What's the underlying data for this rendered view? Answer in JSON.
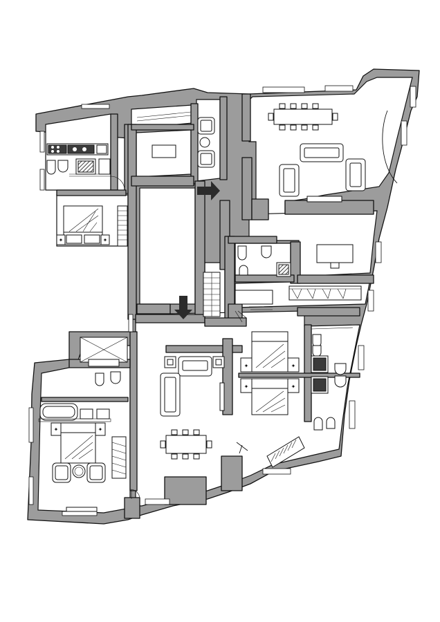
{
  "diagram": {
    "kind": "floor-plan",
    "colors": {
      "walls": "#9c9c9c",
      "floor": "#ffffff",
      "lines": "#111111",
      "arrows": "#2b2b2b"
    },
    "rooms": [
      "kitchen",
      "bedroom-west",
      "entrance-hall",
      "dining-living",
      "bathroom-small",
      "staircase",
      "bedroom-south-west",
      "living-room-center",
      "bedroom-twin",
      "bathroom-east",
      "bathroom-south-east",
      "studio"
    ],
    "icons": [
      "entry-arrow-icon",
      "entry-arrow-icon",
      "double-bed-icon",
      "sofa-icon",
      "armchair-icon",
      "dining-table-icon",
      "bathtub-icon",
      "toilet-icon",
      "shower-icon",
      "stove-icon",
      "wardrobe-icon",
      "staircase-icon"
    ]
  }
}
